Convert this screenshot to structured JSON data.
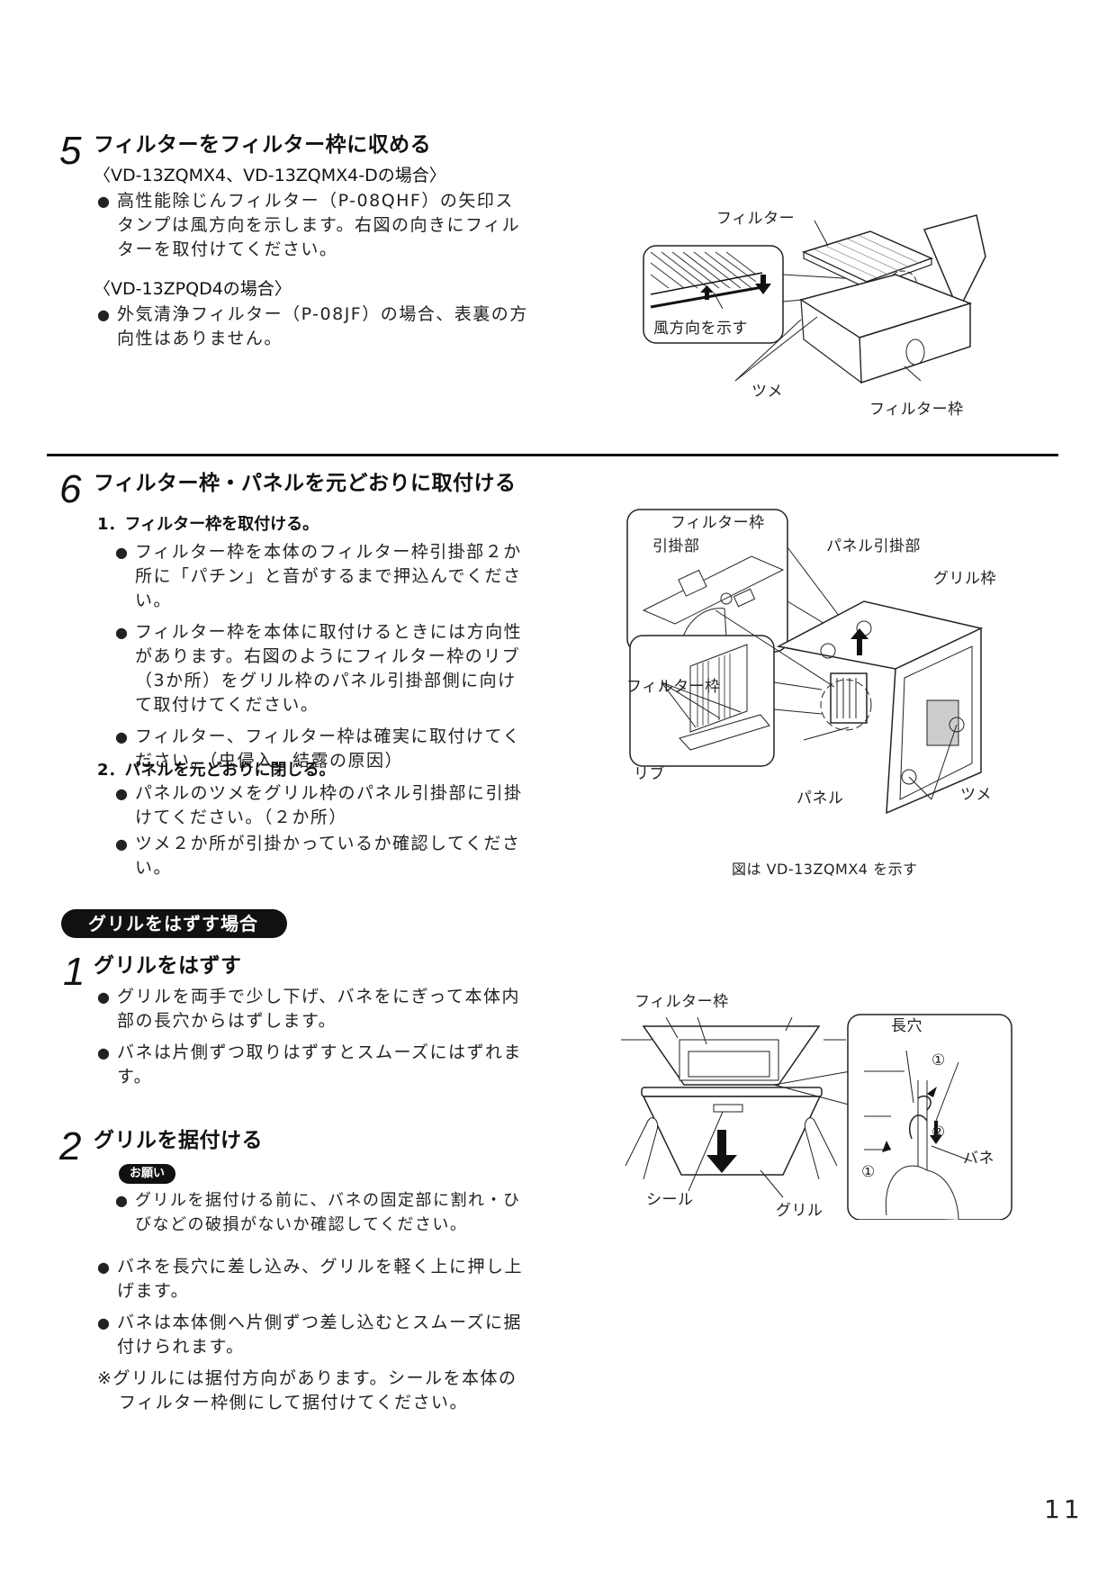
{
  "page_number": "11",
  "step5": {
    "number": "5",
    "title": "フィルターをフィルター枠に収める",
    "case1_heading": "〈VD-13ZQMX4、VD-13ZQMX4-Dの場合〉",
    "case1_bullets": [
      "高性能除じんフィルター（P-08QHF）の矢印スタンプは風方向を示します。右図の向きにフィルターを取付けてください。"
    ],
    "case2_heading": "〈VD-13ZPQD4の場合〉",
    "case2_bullets": [
      "外気清浄フィルター（P-08JF）の場合、表裏の方向性はありません。"
    ],
    "figure": {
      "labels": {
        "filter": "フィルター",
        "airflow": "風方向を示す",
        "claw": "ツメ",
        "filter_frame": "フィルター枠"
      }
    }
  },
  "step6": {
    "number": "6",
    "title": "フィルター枠・パネルを元どおりに取付ける",
    "sub1": {
      "heading": "1．フィルター枠を取付ける。",
      "bullets": [
        "フィルター枠を本体のフィルター枠引掛部２か所に「パチン」と音がするまで押込んでください。",
        "フィルター枠を本体に取付けるときには方向性があります。右図のようにフィルター枠のリブ（3か所）をグリル枠のパネル引掛部側に向けて取付けてください。",
        "フィルター、フィルター枠は確実に取付けてください。（虫侵入、結露の原因）"
      ]
    },
    "sub2": {
      "heading": "2．パネルを元どおりに閉じる。",
      "bullets": [
        "パネルのツメをグリル枠のパネル引掛部に引掛けてください。（２か所）",
        "ツメ２か所が引掛かっているか確認してください。"
      ]
    },
    "figure": {
      "labels": {
        "filter_frame_top": "フィルター枠",
        "hook": "引掛部",
        "panel_hook": "パネル引掛部",
        "grille_frame": "グリル枠",
        "filter_frame_mid": "フィルター枠",
        "rib": "リブ",
        "panel": "パネル",
        "claw": "ツメ"
      },
      "caption": "図は VD-13ZQMX4 を示す"
    }
  },
  "grille_section": {
    "pill_label": "グリルをはずす場合",
    "step1": {
      "number": "1",
      "title": "グリルをはずす",
      "bullets": [
        "グリルを両手で少し下げ、バネをにぎって本体内部の長穴からはずします。",
        "バネは片側ずつ取りはずすとスムーズにはずれます。"
      ]
    },
    "step2": {
      "number": "2",
      "title": "グリルを据付ける",
      "request_badge": "お願い",
      "request_bullets": [
        "グリルを据付ける前に、バネの固定部に割れ・ひびなどの破損がないか確認してください。"
      ],
      "bullets": [
        "バネを長穴に差し込み、グリルを軽く上に押し上げます。",
        "バネは本体側へ片側ずつ差し込むとスムーズに据付けられます。"
      ],
      "note": "※グリルには据付方向があります。シールを本体のフィルター枠側にして据付けてください。"
    },
    "figure": {
      "labels": {
        "filter_frame": "フィルター枠",
        "slot": "長穴",
        "step1_marker_top": "①",
        "step2_marker": "②",
        "step1_marker_bottom": "①",
        "spring": "バネ",
        "seal": "シール",
        "grille": "グリル"
      }
    }
  }
}
